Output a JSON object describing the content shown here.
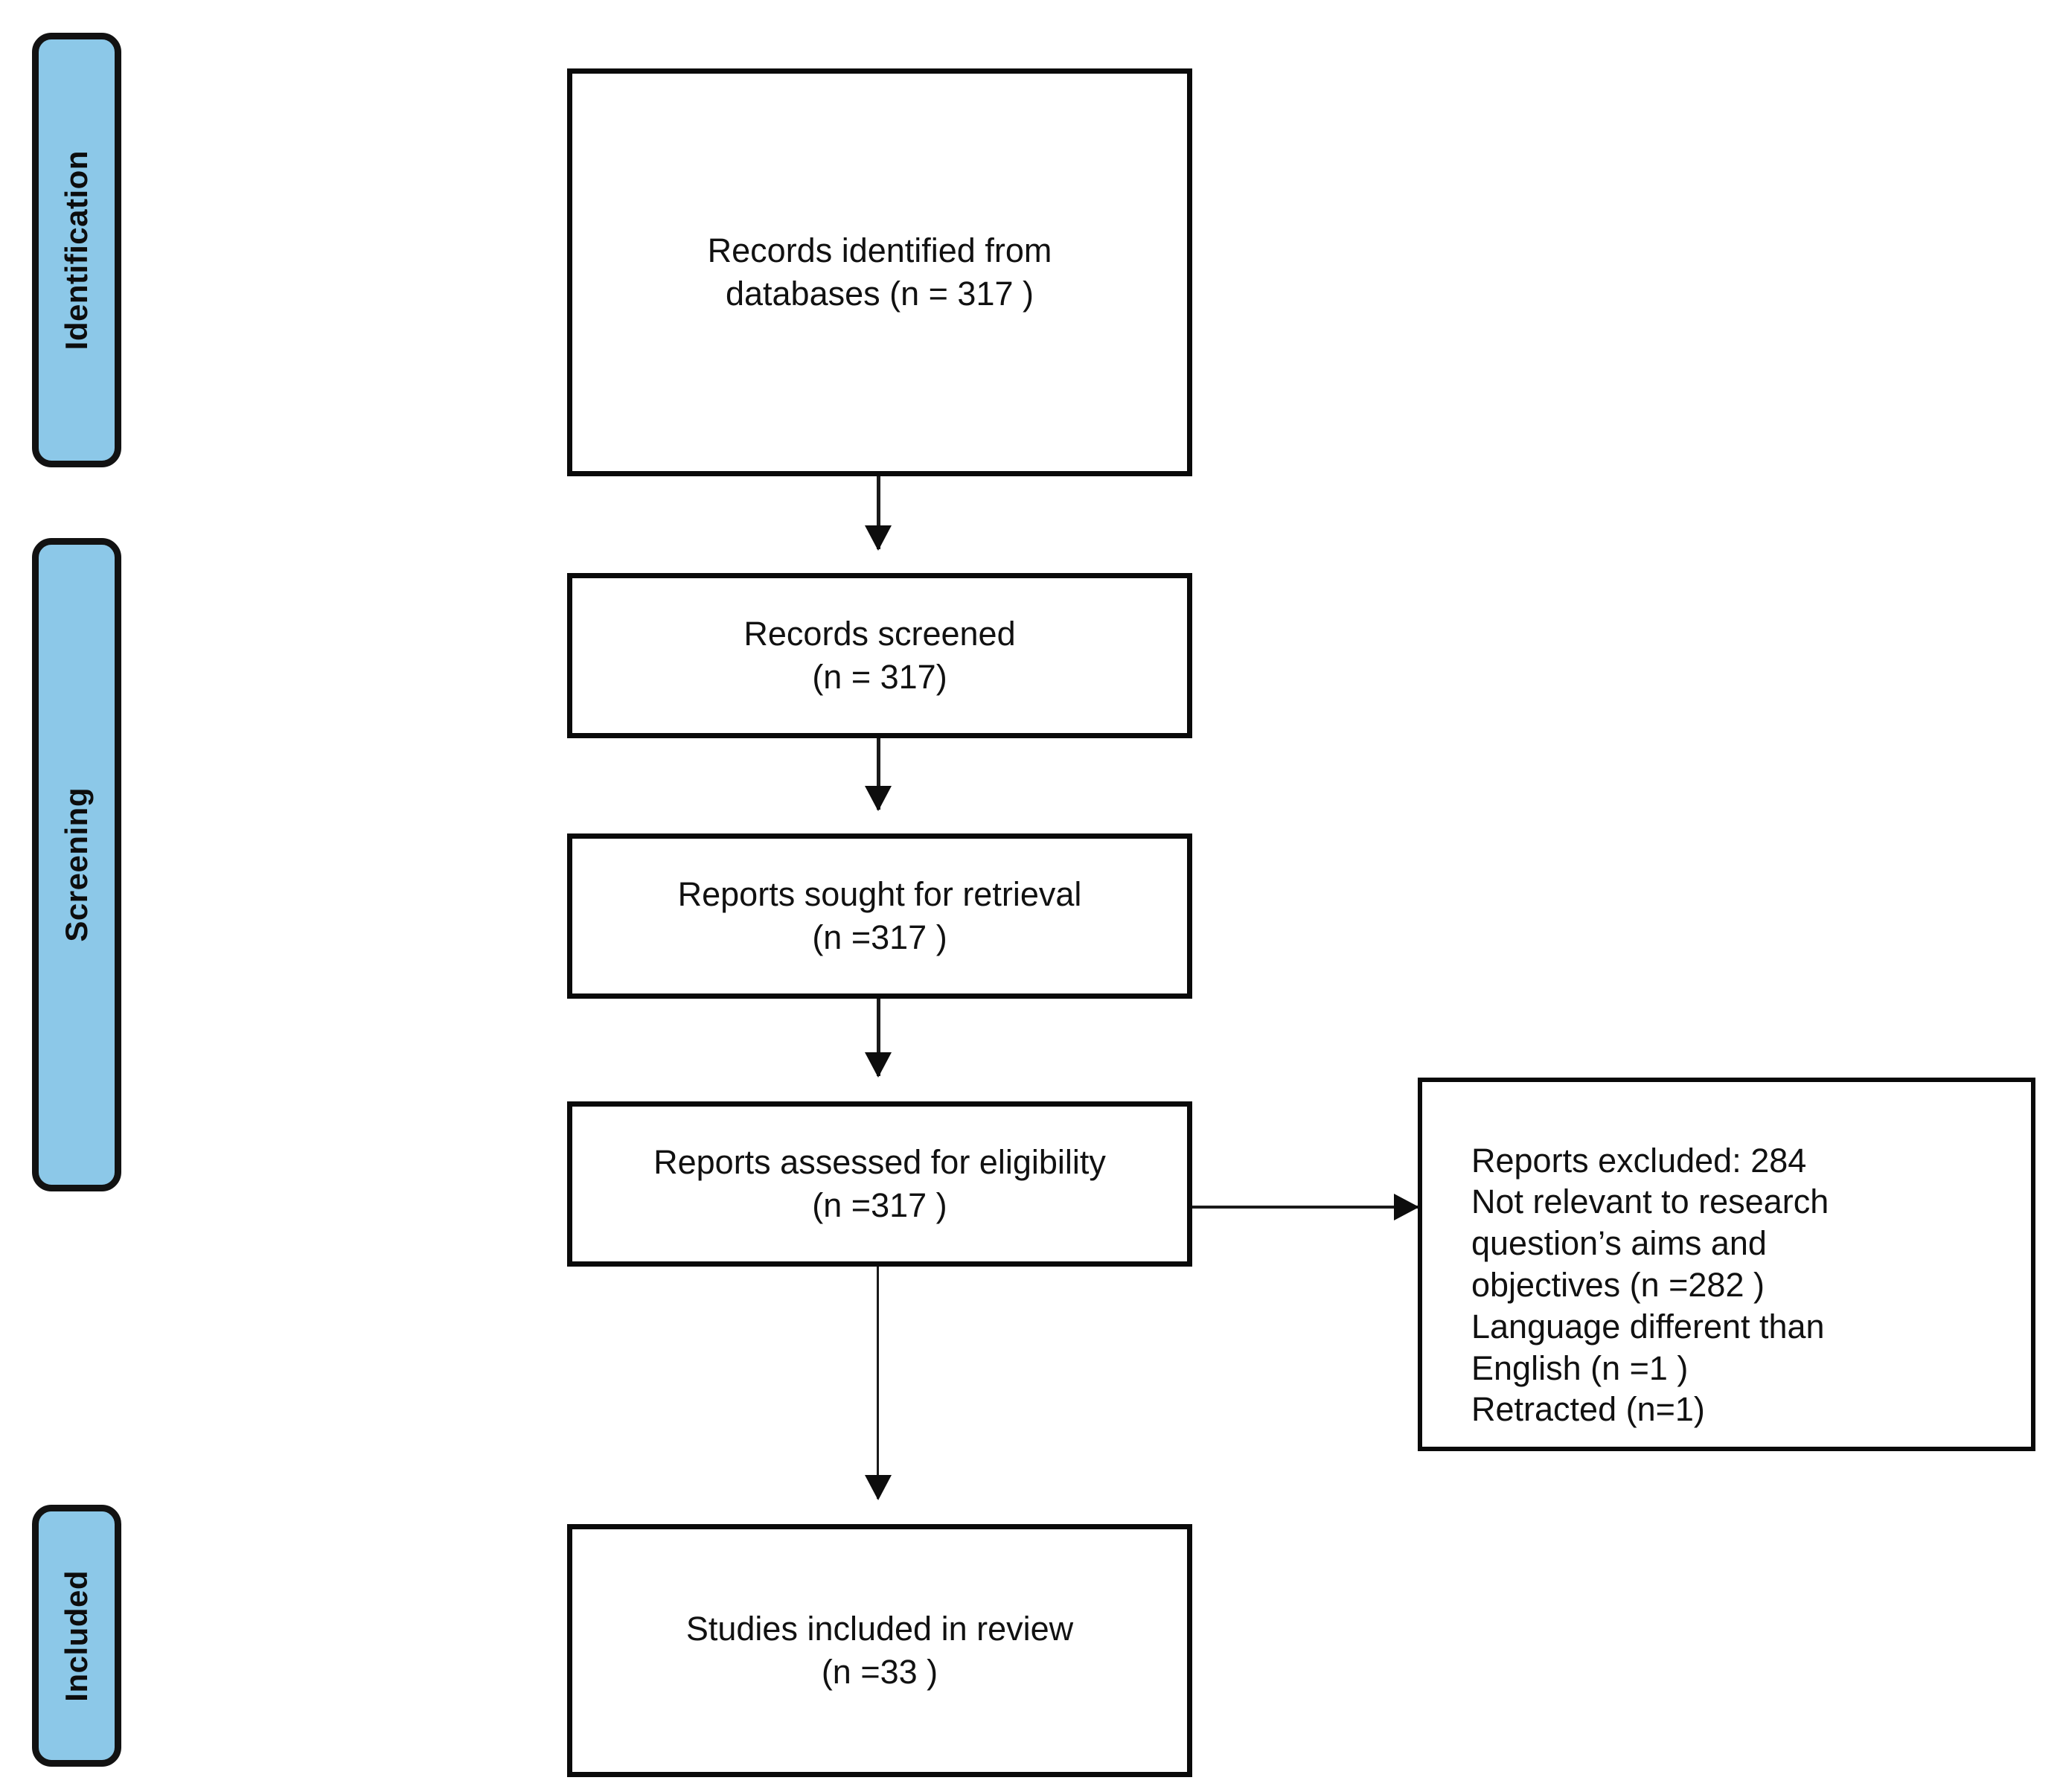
{
  "diagram": {
    "type": "prisma-flow-diagram",
    "accent_color": "#8CC8E8",
    "line_color": "#0d0d0d",
    "background": "#ffffff"
  },
  "stages": [
    {
      "id": "identification",
      "label": "Identification"
    },
    {
      "id": "screening",
      "label": "Screening"
    },
    {
      "id": "included",
      "label": "Included"
    }
  ],
  "boxes": {
    "identified": "Records identified from\ndatabases (n = 317  )",
    "screened": "Records screened\n(n = 317)",
    "sought": "Reports sought for retrieval\n(n =317 )",
    "assessed": "Reports assessed for eligibility\n(n =317 )",
    "included": "Studies included in review\n(n =33 )"
  },
  "excluded": {
    "title": "Reports excluded: 284",
    "reasons": "Not relevant to research\nquestion’s aims and\nobjectives (n =282 )\nLanguage different than\nEnglish (n =1 )\nRetracted (n=1)"
  },
  "chart_data": {
    "type": "diagram",
    "title": "PRISMA flow diagram",
    "nodes": [
      {
        "id": "identified",
        "stage": "Identification",
        "label": "Records identified from databases",
        "n": 317
      },
      {
        "id": "screened",
        "stage": "Screening",
        "label": "Records screened",
        "n": 317
      },
      {
        "id": "sought",
        "stage": "Screening",
        "label": "Reports sought for retrieval",
        "n": 317
      },
      {
        "id": "assessed",
        "stage": "Screening",
        "label": "Reports assessed for eligibility",
        "n": 317
      },
      {
        "id": "excluded",
        "stage": "Screening",
        "label": "Reports excluded",
        "n": 284,
        "breakdown": [
          {
            "reason": "Not relevant to research question’s aims and objectives",
            "n": 282
          },
          {
            "reason": "Language different than English",
            "n": 1
          },
          {
            "reason": "Retracted",
            "n": 1
          }
        ]
      },
      {
        "id": "included",
        "stage": "Included",
        "label": "Studies included in review",
        "n": 33
      }
    ],
    "edges": [
      {
        "from": "identified",
        "to": "screened"
      },
      {
        "from": "screened",
        "to": "sought"
      },
      {
        "from": "sought",
        "to": "assessed"
      },
      {
        "from": "assessed",
        "to": "excluded"
      },
      {
        "from": "assessed",
        "to": "included"
      }
    ]
  }
}
